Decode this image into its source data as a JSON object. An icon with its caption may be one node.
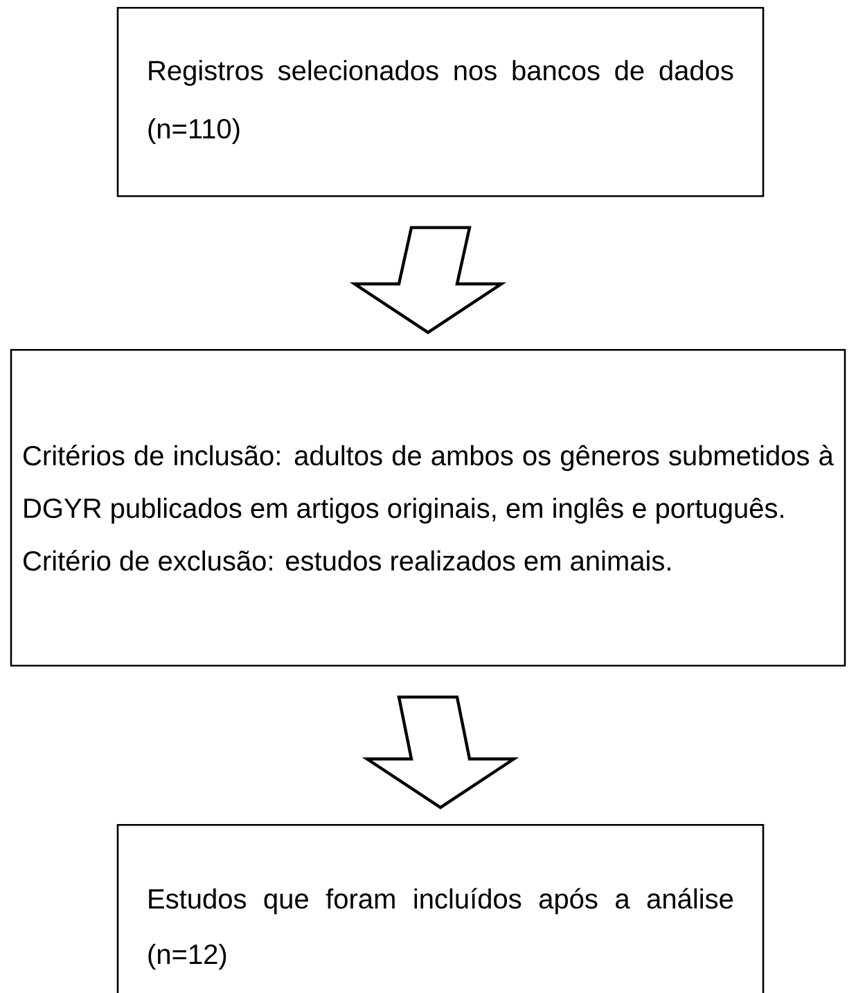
{
  "diagram": {
    "nodes": [
      {
        "text": [
          "Registros selecionados nos bancos de dados (n=110)"
        ]
      },
      {
        "text": [
          "Critérios de inclusão: adultos de ambos os gêneros submetidos à DGYR publicados em artigos originais, em inglês e português.",
          "Critério de exclusão: estudos realizados em animais."
        ]
      },
      {
        "text": [
          "Estudos que foram incluídos após a análise (n=12)"
        ]
      }
    ],
    "edges": [
      {
        "from": 0,
        "to": 1,
        "arrow": "to"
      },
      {
        "from": 1,
        "to": 2,
        "arrow": "to"
      }
    ]
  }
}
